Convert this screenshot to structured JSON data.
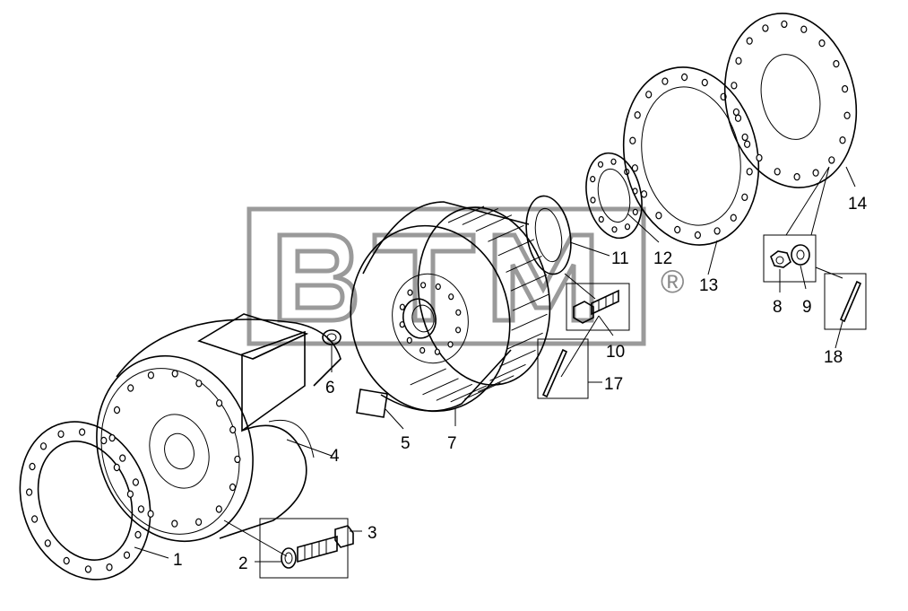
{
  "watermark": {
    "logo_text": "BTM",
    "registered_mark": "®"
  },
  "callouts": [
    "1",
    "2",
    "3",
    "4",
    "5",
    "6",
    "7",
    "8",
    "9",
    "10",
    "11",
    "12",
    "13",
    "14",
    "17",
    "18"
  ]
}
